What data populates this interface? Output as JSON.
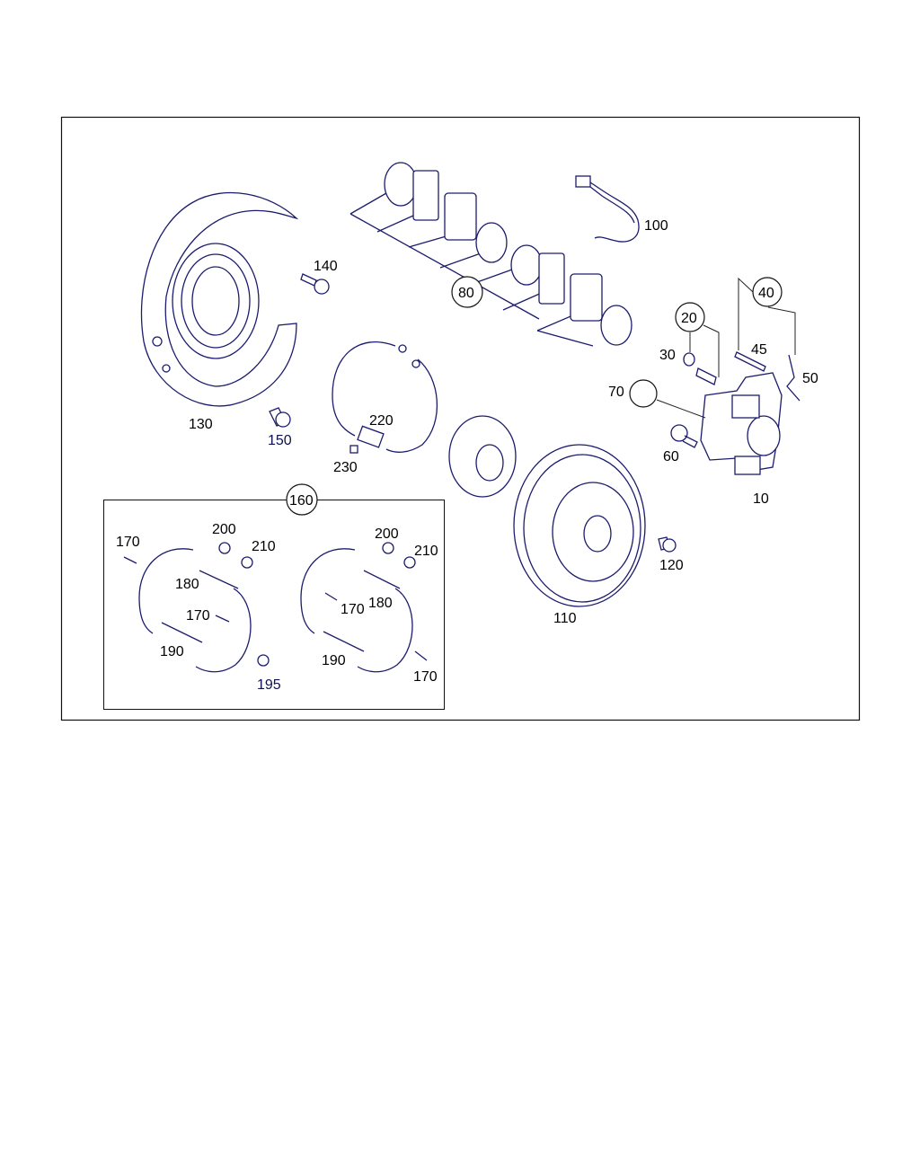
{
  "diagram": {
    "title": "Rear brake parts diagram",
    "callouts": {
      "p10": "10",
      "p20": "20",
      "p30": "30",
      "p40": "40",
      "p45": "45",
      "p50": "50",
      "p60": "60",
      "p70": "70",
      "p80": "80",
      "p100": "100",
      "p110": "110",
      "p120": "120",
      "p130": "130",
      "p140": "140",
      "p150": "150",
      "p160": "160",
      "p220": "220",
      "p230": "230"
    },
    "kit_160": {
      "left": {
        "a170": "170",
        "a200": "200",
        "a210": "210",
        "a180": "180",
        "b170": "170",
        "a190": "190",
        "a195": "195"
      },
      "right": {
        "a200": "200",
        "a210": "210",
        "a170": "170",
        "a180": "180",
        "a190": "190",
        "b170": "170"
      }
    }
  }
}
